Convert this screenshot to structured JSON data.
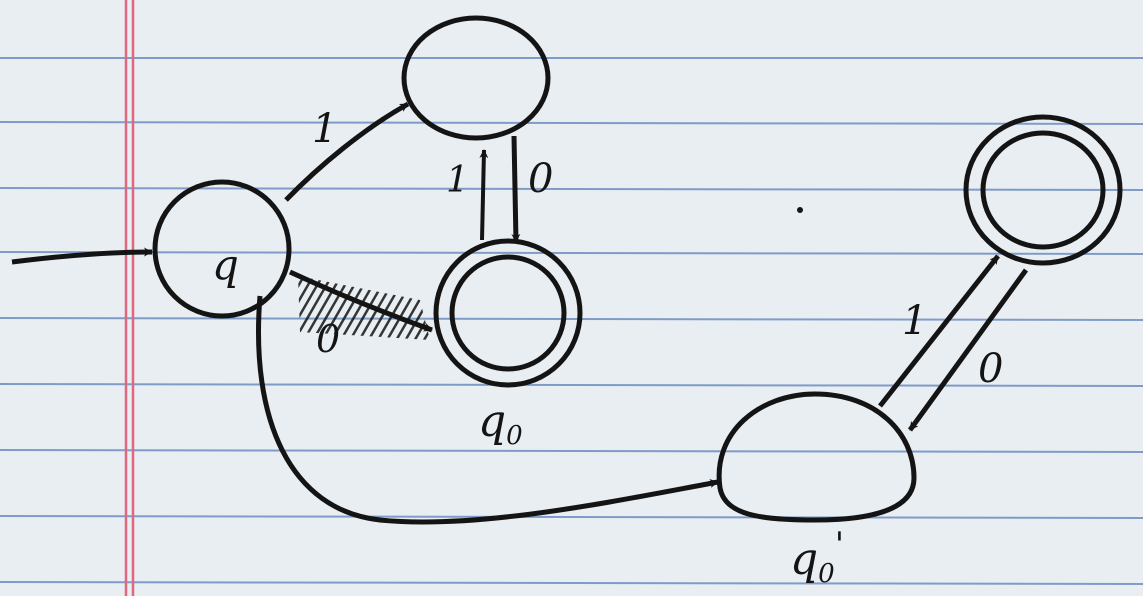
{
  "paper": {
    "background_color": "#e9eef2",
    "rule_color": "#7f9cc8",
    "margin_color": "#e0677f",
    "ink_color": "#141414"
  },
  "states": {
    "q_main": {
      "label": "q"
    },
    "q_top": {
      "label": ""
    },
    "q_zero": {
      "label": "q",
      "subscript": "0",
      "accepting": true
    },
    "q_prime": {
      "label": "q",
      "subscript": "0",
      "prime": "'"
    },
    "q_far": {
      "label": "",
      "accepting": true
    }
  },
  "transitions": {
    "main_to_top": {
      "label": "1"
    },
    "top_to_zero": {
      "label": "0"
    },
    "zero_to_top": {
      "label": "1"
    },
    "main_to_zero": {
      "label": "0",
      "struck_out": true
    },
    "prime_to_far": {
      "label": "1"
    },
    "far_to_prime": {
      "label": "0"
    }
  }
}
